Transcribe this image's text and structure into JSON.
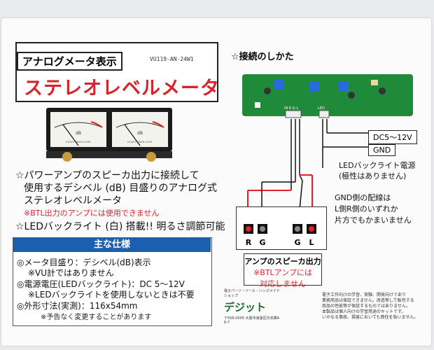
{
  "header": {
    "tag": "アナログメータ表示",
    "model": "VU119-AN-24W1",
    "title": "ステレオレベルメータ"
  },
  "meter": {
    "left_scale": "dB",
    "right_scale": "dB",
    "left_caption": "EXAM POWER LEVEL",
    "right_caption": "EXAM POWER LEVEL"
  },
  "features": {
    "line1": "☆パワーアンプのスピーカ出力に接続して",
    "line2": "使用するデシベル (dB) 目盛りのアナログ式",
    "line3": "ステレオレベルメータ",
    "warn": "※BTL出力のアンプには使用できません",
    "line4": "☆LEDバックライト (白) 搭載!! 明るさ調節可能"
  },
  "spec": {
    "heading": "主な仕様",
    "s1": "◎メータ目盛り：デシベル(dB)表示",
    "s1n": "※VU計ではありません",
    "s2": "◎電源電圧(LEDバックライト)：DC 5～12V",
    "s2n": "※LEDバックライトを使用しないときは不要",
    "s3": "◎外形寸法(実測)：116x54mm",
    "s3n": "※予告なく変更することがあります"
  },
  "diagram": {
    "title": "☆接続のしかた",
    "dc": "DC5～12V",
    "gnd": "GND",
    "led1": "LEDバックライト電源",
    "led2": "(極性はありません)",
    "gnd_note1": "GND側の配線は",
    "gnd_note2": "L側R側のいずれか",
    "gnd_note3": "片方でもかまいません",
    "term_r": "R",
    "term_g1": "G",
    "term_g2": "G",
    "term_l": "L",
    "amp_title": "アンプのスピーカ出力",
    "amp_w1": "※BTLアンプには",
    "amp_w2": "対応しません",
    "pcb_in": "IN R G L",
    "pcb_led": "LED"
  },
  "footer": {
    "company_top": "電子パーツ・ツール・ハンズメイド ショップ",
    "brand": "デジット",
    "addr": "〒556-0005 大阪市浪速区日本橋4-6-7",
    "n1": "電子工作向けの学習、実験、開発向けであり",
    "n2": "業務用品は保証できません。改造等して販売する",
    "n3": "商品の性能等が保証するものではありません。",
    "n4": "本製品は個人向けの学習用途のキットです。",
    "n5": "いかなる事故、損害においても責任を負いません。"
  },
  "colors": {
    "accent_red": "#e0202a",
    "spec_blue": "#1c5fb1",
    "pcb_green": "#1e8a3a"
  }
}
